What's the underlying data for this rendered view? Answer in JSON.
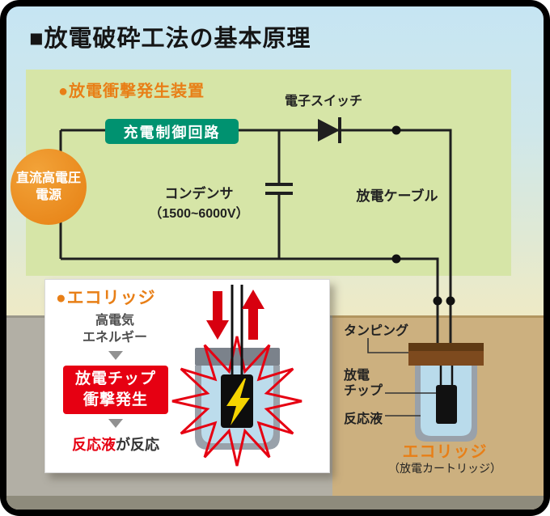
{
  "colors": {
    "accent_orange": "#e87f17",
    "signal_red": "#e60012",
    "control_green": "#009270",
    "panel_green": "#d6e5a7"
  },
  "title": "■放電破砕工法の基本原理",
  "device_panel": {
    "heading": "●放電衝撃発生装置",
    "power_supply_line1": "直流高電圧",
    "power_supply_line2": "電源",
    "charge_control_label": "充電制御回路",
    "switch_label": "電子スイッチ",
    "capacitor_label": "コンデンサ",
    "capacitor_range": "（1500~6000V）",
    "cable_label": "放電ケーブル"
  },
  "inset": {
    "heading": "●エコリッジ",
    "energy_line1": "高電気",
    "energy_line2": "エネルギー",
    "shock_line1": "放電チップ",
    "shock_line2": "衝撃発生",
    "reaction_highlight": "反応液",
    "reaction_suffix": "が反応"
  },
  "underground": {
    "tamping_label": "タンピング",
    "chip_label_line1": "放電",
    "chip_label_line2": "チップ",
    "liquid_label": "反応液",
    "cartridge_label": "エコリッジ",
    "cartridge_sublabel": "（放電カートリッジ）"
  }
}
